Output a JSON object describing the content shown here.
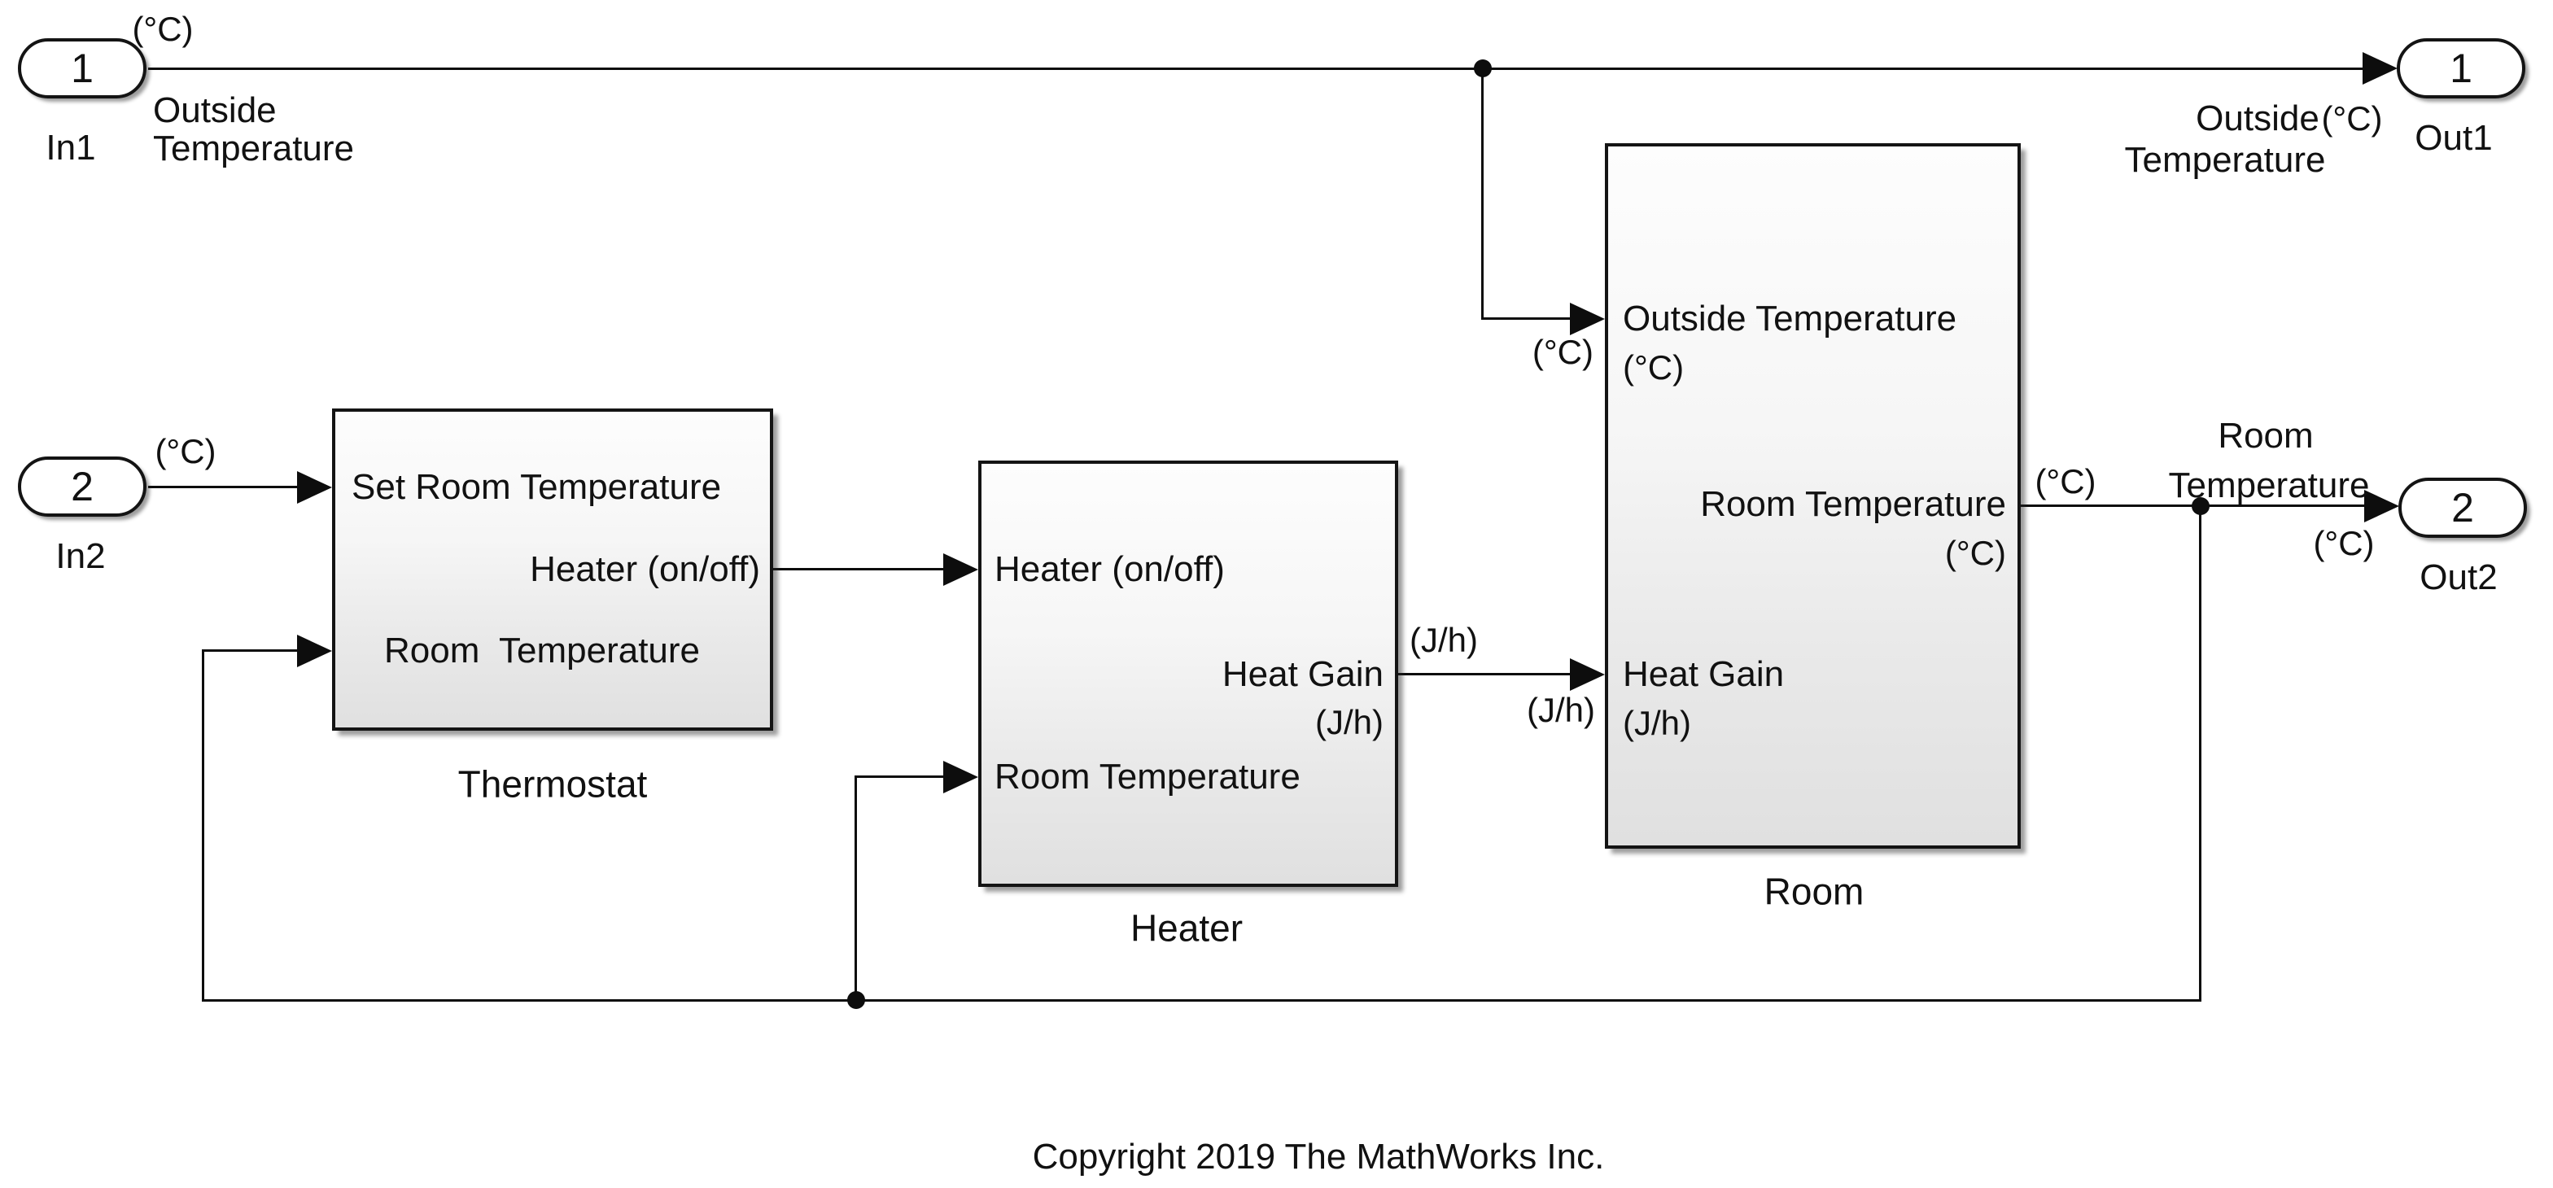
{
  "units": {
    "celsius": "(°C)",
    "joules_per_hour": "(J/h)"
  },
  "ports": {
    "in1": {
      "number": "1",
      "label": "In1"
    },
    "in2": {
      "number": "2",
      "label": "In2"
    },
    "out1": {
      "number": "1",
      "label": "Out1"
    },
    "out2": {
      "number": "2",
      "label": "Out2"
    }
  },
  "blocks": {
    "thermostat": {
      "name": "Thermostat",
      "port_set_room_temperature": "Set Room Temperature",
      "port_heater_on_off": "Heater (on/off)",
      "port_room_temperature": "Room  Temperature"
    },
    "heater": {
      "name": "Heater",
      "port_heater_on_off": "Heater (on/off)",
      "port_heat_gain": "Heat Gain",
      "port_heat_gain_unit": "(J/h)",
      "port_room_temperature": "Room Temperature"
    },
    "room": {
      "name": "Room",
      "port_outside_temperature": "Outside Temperature",
      "port_outside_temperature_unit": "(°C)",
      "port_room_temperature": "Room Temperature",
      "port_room_temperature_unit": "(°C)",
      "port_heat_gain": "Heat Gain",
      "port_heat_gain_unit": "(J/h)"
    }
  },
  "signal_labels": {
    "in1_line1": "Outside",
    "in1_line2": "Temperature",
    "out1_line1": "Outside",
    "out1_line2": "Temperature",
    "out2_line1": "Room",
    "out2_line2": "Temperature"
  },
  "annotation": {
    "copyright": "Copyright 2019 The MathWorks Inc."
  }
}
